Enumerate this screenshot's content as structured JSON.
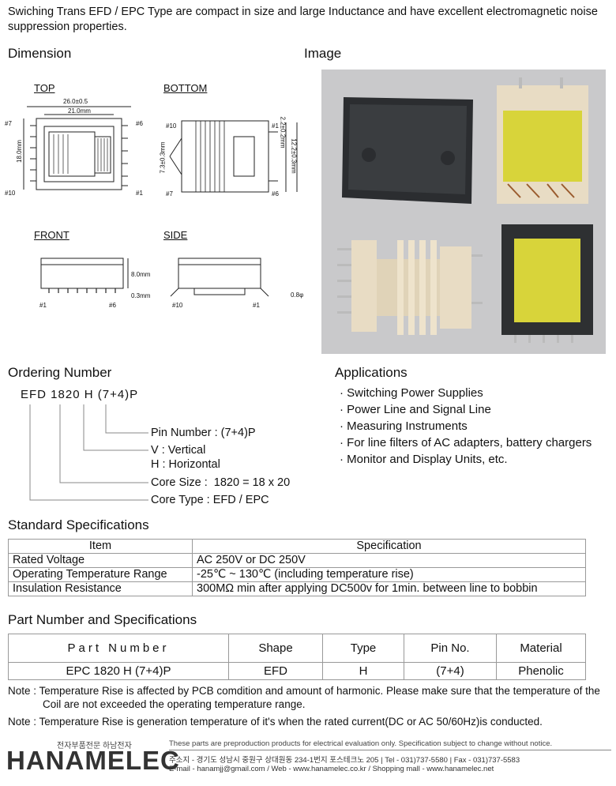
{
  "intro": "Swiching Trans EFD / EPC Type are compact in size and large Inductance and have excellent electromagnetic noise suppression properties.",
  "headings": {
    "dimension": "Dimension",
    "image": "Image",
    "ordering": "Ordering Number",
    "applications": "Applications",
    "standard": "Standard Specifications",
    "partnum": "Part Number and Specifications"
  },
  "drawing": {
    "top": "TOP",
    "bottom": "BOTTOM",
    "front": "FRONT",
    "side": "SIDE",
    "dim_26": "26.0±0.5",
    "dim_21": "21.0mm",
    "dim_18": "18.0mm",
    "dim_73": "7.3±0.3mm",
    "dim_22": "2.2±0.2mm",
    "dim_122": "12.2±0.3mm",
    "dim_8": "8.0mm",
    "dim_03": "0.3mm",
    "dim_08": "0.8φ",
    "pin7": "#7",
    "pin6": "#6",
    "pin10": "#10",
    "pin1": "#1"
  },
  "ordering": {
    "code_parts": [
      "EFD",
      "1820",
      "H",
      "(7+4)P"
    ],
    "pin_number": "Pin Number : (7+4)P",
    "vertical": "V : Vertical",
    "horizontal": "H : Horizontal",
    "core_size_label": "Core Size :",
    "core_size_value": "1820 = 18 x 20",
    "core_type": "Core Type : EFD / EPC"
  },
  "applications": [
    "Switching Power Supplies",
    "Power Line and Signal Line",
    "Measuring Instruments",
    "For line filters of AC adapters, battery chargers",
    "Monitor and Display Units, etc."
  ],
  "standard_specs": {
    "headers": [
      "Item",
      "Specification"
    ],
    "rows": [
      [
        "Rated Voltage",
        "AC 250V or DC 250V"
      ],
      [
        "Operating Temperature Range",
        "-25℃ ~ 130℃ (including temperature rise)"
      ],
      [
        "Insulation Resistance",
        "300MΩ min after applying DC500v for 1min. between line to bobbin"
      ]
    ]
  },
  "part_specs": {
    "headers": [
      "Part Number",
      "Shape",
      "Type",
      "Pin No.",
      "Material"
    ],
    "row": [
      "EPC 1820 H (7+4)P",
      "EFD",
      "H",
      "(7+4)",
      "Phenolic"
    ]
  },
  "notes": [
    "Note : Temperature Rise is affected by PCB comdition and amount of harmonic. Please make sure that the temperature of the Coil are not exceeded the operating temperature range.",
    "Note : Temperature Rise is generation temperature of it's when the rated current(DC or AC 50/60Hz)is conducted."
  ],
  "footer": {
    "logo_kr": "전자부품전문 하남전자",
    "logo": "HANAMELEC",
    "disclaimer": "These parts are preproduction products for electrical evaluation only. Specification subject to change without notice.",
    "address": "주소지 - 경기도 성남시 중원구 상대원동 234-1번지 포스테크노 205   |   Tel - 031)737-5580   |   Fax - 031)737-5583",
    "contact": "E-mail - hanamjj@gmail.com   /   Web - www.hanamelec.co.kr   /   Shopping mall - www.hanamelec.net"
  },
  "colors": {
    "photo_bg": "#c9c9cb",
    "core_yellow": "#d8d43a",
    "bobbin": "#e8dcc4",
    "case": "#2b2d30",
    "logo_blue": "#1f5fa8"
  }
}
